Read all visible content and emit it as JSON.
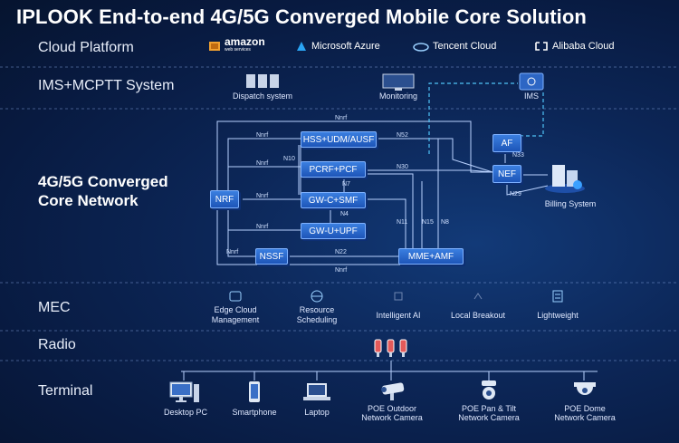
{
  "title": "IPLOOK End-to-end 4G/5G Converged Mobile Core Solution",
  "rows": {
    "cloud": "Cloud Platform",
    "ims": "IMS+MCPTT System",
    "core_line1": "4G/5G Converged",
    "core_line2": "Core Network",
    "mec": "MEC",
    "radio": "Radio",
    "terminal": "Terminal"
  },
  "cloud_providers": {
    "amazon": "amazon",
    "amazon_sub": "web services",
    "azure": "Microsoft Azure",
    "tencent": "Tencent Cloud",
    "alibaba": "Alibaba Cloud"
  },
  "ims_items": {
    "dispatch": "Dispatch system",
    "monitoring": "Monitoring",
    "ims": "IMS"
  },
  "core": {
    "hss": "HSS+UDM/AUSF",
    "pcrf": "PCRF+PCF",
    "gwc": "GW-C+SMF",
    "gwu": "GW-U+UPF",
    "nrf": "NRF",
    "nssf": "NSSF",
    "mme": "MME+AMF",
    "af": "AF",
    "nef": "NEF",
    "billing": "Billing System"
  },
  "interfaces": {
    "nnrf_top": "Nnrf",
    "nnrf_hss": "Nnrf",
    "nnrf_pcrf": "Nnrf",
    "nnrf_gwc": "Nnrf",
    "nnrf_gwu": "Nnrf",
    "nnrf_nssf": "Nnrf",
    "nnrf_bottom": "Nnrf",
    "n52": "N52",
    "n10": "N10",
    "n30": "N30",
    "n7": "N7",
    "n4": "N4",
    "n11": "N11",
    "n15": "N15",
    "n8": "N8",
    "n22": "N22",
    "n33": "N33",
    "n29": "N29"
  },
  "mec_items": {
    "edge": "Edge Cloud\nManagement",
    "resource": "Resource\nScheduling",
    "ai": "Intelligent AI",
    "breakout": "Local Breakout",
    "lightweight": "Lightweight"
  },
  "terminals": {
    "desktop": "Desktop PC",
    "smartphone": "Smartphone",
    "laptop": "Laptop",
    "poe_outdoor": "POE Outdoor\nNetwork Camera",
    "poe_pan": "POE Pan & Tilt\nNetwork Camera",
    "poe_dome": "POE Dome\nNetwork Camera"
  },
  "colors": {
    "background": "#0c2657",
    "box": "#2e6fd6",
    "box_border": "#7fb2ff",
    "line": "#b9d2ff",
    "dashed_link": "#4fc3f7"
  }
}
